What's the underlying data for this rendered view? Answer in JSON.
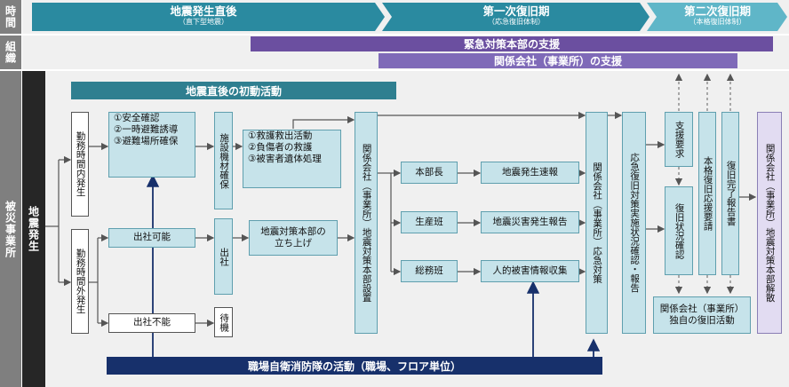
{
  "rows": {
    "time": "時間",
    "org": "組織",
    "site": "被災事業所",
    "side": "地震発生"
  },
  "phases": [
    {
      "title": "地震発生直後",
      "sub": "（直下型地震）"
    },
    {
      "title": "第一次復旧期",
      "sub": "（応急復旧体制）"
    },
    {
      "title": "第二次復旧期",
      "sub": "（本格復旧体制）"
    }
  ],
  "org_bars": {
    "emergency_support": "緊急対策本部の支援",
    "affiliate_support": "関係会社（事業所）の支援"
  },
  "banners": {
    "initial": "地震直後の初動活動",
    "selfdefense": "職場自衛消防隊の活動（職場、フロア単位）"
  },
  "boxes": {
    "in_hours": "勤務時間内発生",
    "out_hours": "勤務時間外発生",
    "safety": [
      "①安全確認",
      "②一時避難誘導",
      "③避難場所確保"
    ],
    "facility": "施設機材確保",
    "rescue": [
      "①救護救出活動",
      "②負傷者の救護",
      "③被害者遺体処理"
    ],
    "can_attend": "出社可能",
    "cannot_attend": "出社不能",
    "attend": "出社",
    "standby": "待機",
    "hq_setup": [
      "地震対策本部の",
      "立ち上げ"
    ],
    "affiliate_hq": "関係会社（事業所）地震対策本部設置",
    "hq_chief": "本部長",
    "production": "生産班",
    "general": "総務班",
    "quake_report": "地震発生速報",
    "damage_report": "地震災害発生報告",
    "injury_info": "人的被害情報収集",
    "emergency_resp": "関係会社（事業所）応急対策",
    "restore_confirm": "応急復旧対策実施状況確認・報告",
    "support_req": "支援要求",
    "restore_status": "復旧状況確認",
    "full_restore_req": "本格復旧応援要請",
    "restore_done": "復旧完了報告書",
    "own_restore": [
      "関係会社（事業所）",
      "独自の復旧活動"
    ],
    "dissolve": "関係会社（事業所）地震対策本部解散"
  },
  "colors": {
    "chevron": "#2a8aa0",
    "chevron_light": "#5fb6c8",
    "org_dark": "#6b4fa0",
    "org_mid": "#7f6ab8",
    "banner_teal": "#2f7f90",
    "navy": "#17306b",
    "box_fill": "#c6e3ea"
  }
}
